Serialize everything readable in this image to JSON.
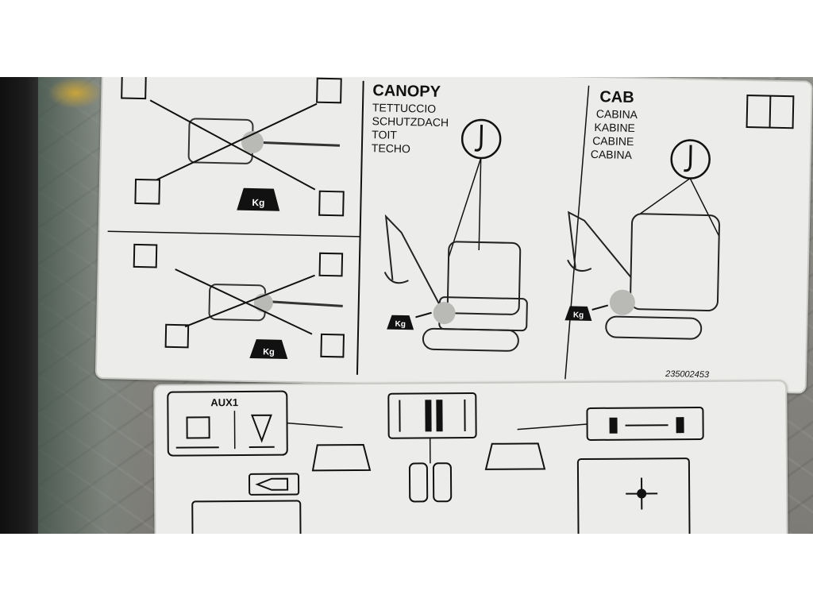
{
  "canopy": {
    "title": "CANOPY",
    "translations": [
      "TETTUCCIO",
      "SCHUTZDACH",
      "TOIT",
      "TECHO"
    ]
  },
  "cab": {
    "title": "CAB",
    "translations": [
      "CABINA",
      "KABINE",
      "CABINE",
      "CABINA"
    ]
  },
  "weight_label": "Kg",
  "part_number": "235002453",
  "aux_label": "AUX1",
  "colors": {
    "sticker": "#ecedea",
    "ink": "#111111",
    "frame": "#151515"
  }
}
